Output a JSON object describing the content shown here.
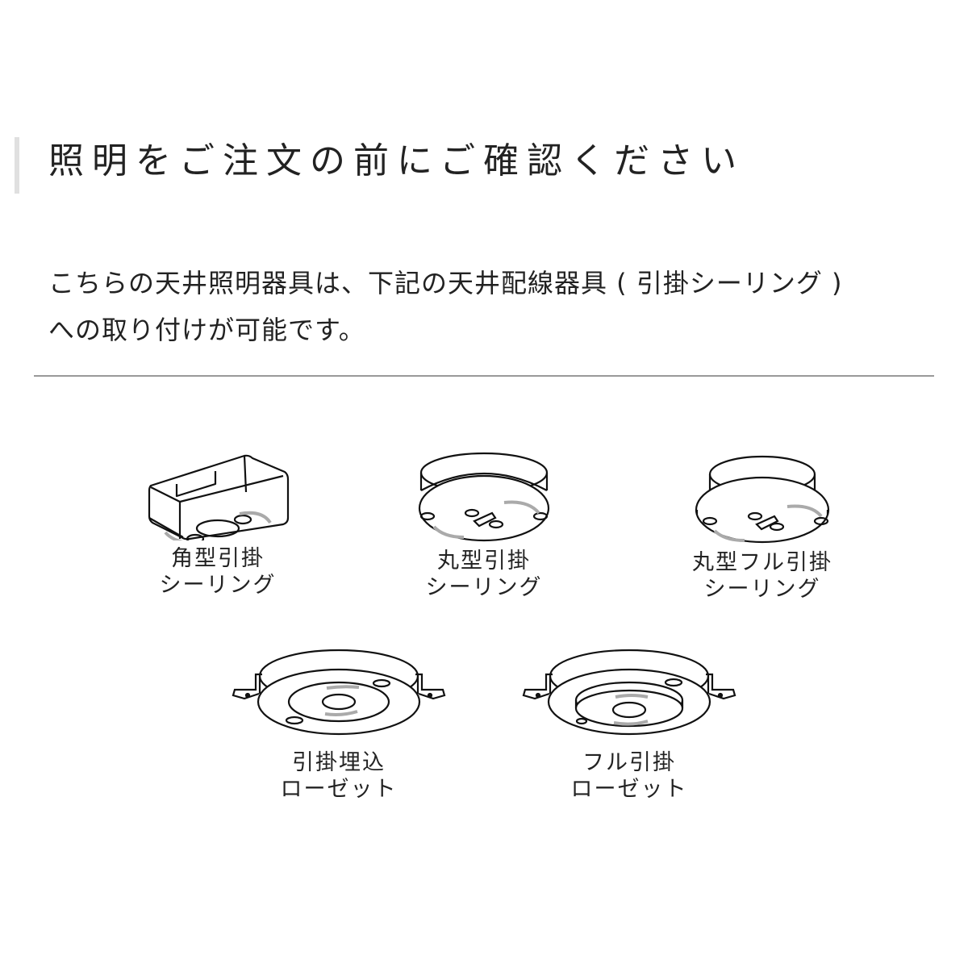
{
  "heading": {
    "title": "照明をご注文の前にご確認ください"
  },
  "description": {
    "line1": "こちらの天井照明器具は、下記の天井配線器具 ( 引掛シーリング )",
    "line2": "への取り付けが可能です。"
  },
  "fixtures": [
    {
      "icon": "square-ceiling-hook-icon",
      "line1": "角型引掛",
      "line2": "シーリング"
    },
    {
      "icon": "round-ceiling-hook-icon",
      "line1": "丸型引掛",
      "line2": "シーリング"
    },
    {
      "icon": "round-full-ceiling-hook-icon",
      "line1": "丸型フル引掛",
      "line2": "シーリング"
    },
    {
      "icon": "embedded-hook-rosette-icon",
      "line1": "引掛埋込",
      "line2": "ローゼット"
    },
    {
      "icon": "full-hook-rosette-icon",
      "line1": "フル引掛",
      "line2": "ローゼット"
    }
  ],
  "colors": {
    "text": "#222222",
    "accent_bar": "#e0e0e0",
    "divider": "#999999",
    "terminal_gray": "#aaaaaa"
  }
}
